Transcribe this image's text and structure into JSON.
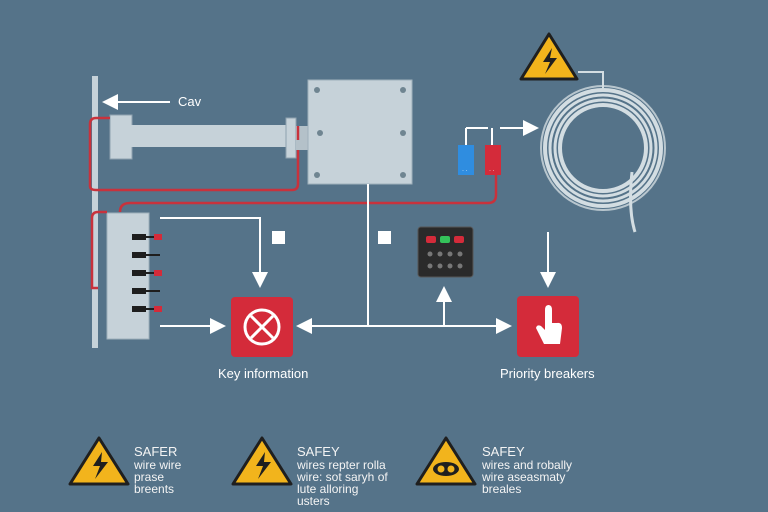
{
  "labels": {
    "cav": "Cav",
    "key_information": "Key information",
    "priority_breakers": "Priority breakers"
  },
  "warnings": [
    {
      "title": "SAFER",
      "lines": [
        "wire wire",
        "prase",
        "breents"
      ]
    },
    {
      "title": "SAFEY",
      "lines": [
        "wires repter rolla",
        "wire: sot saryh of",
        "lute alloring",
        "usters"
      ]
    },
    {
      "title": "SAFEY",
      "lines": [
        "wires and robally",
        "wire aseasmaty",
        "breales"
      ]
    }
  ],
  "icons": {
    "hazard_top": "high-voltage-warning-icon",
    "key_info": "x-circle-icon",
    "priority": "hand-touch-icon",
    "warn1": "high-voltage-warning-icon",
    "warn2": "high-voltage-warning-icon",
    "warn3": "link-warning-icon"
  },
  "colors": {
    "background": "#557389",
    "wire_red": "#c8323c",
    "panel_red": "#d42b3a",
    "warning_yellow": "#f2b41c",
    "component_gray": "#c6d2d9"
  }
}
